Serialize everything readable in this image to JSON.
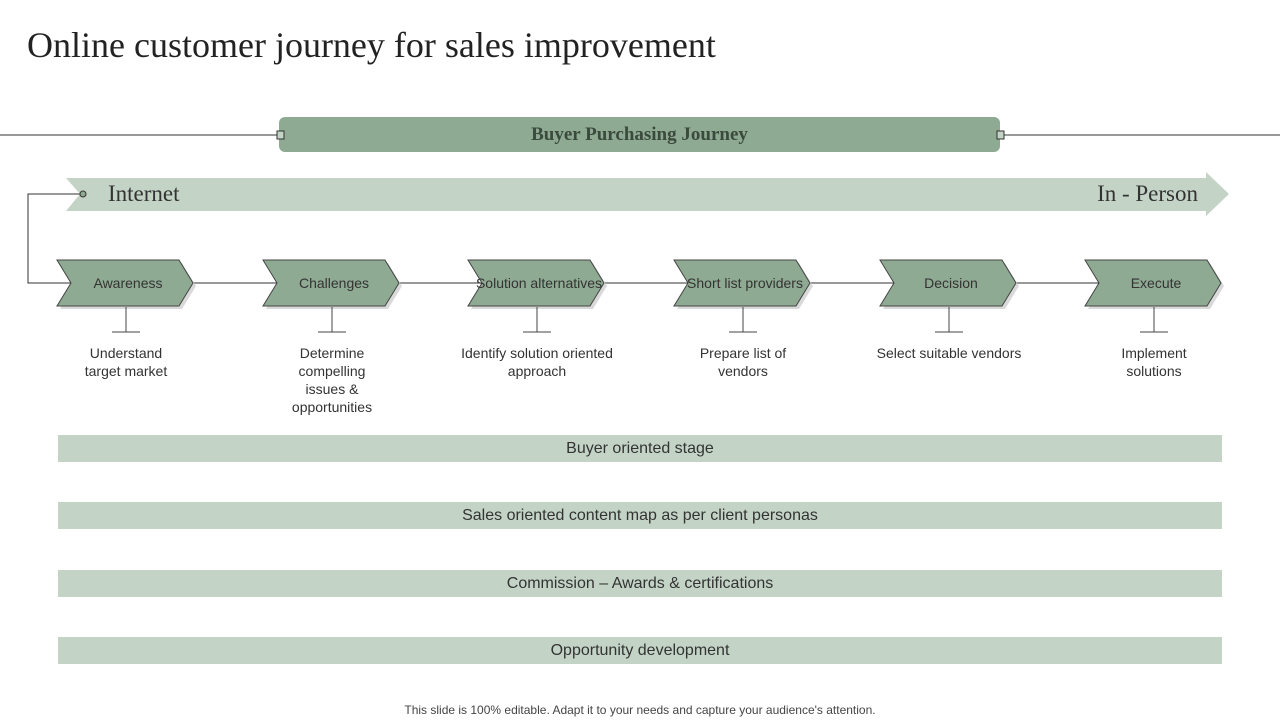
{
  "title": "Online customer journey for sales improvement",
  "banner": "Buyer Purchasing Journey",
  "arrow": {
    "start": "Internet",
    "end": "In - Person"
  },
  "stages": [
    {
      "label": "Awareness",
      "desc": "Understand target market"
    },
    {
      "label": "Challenges",
      "desc": "Determine compelling issues & opportunities"
    },
    {
      "label": "Solution alternatives",
      "desc": "Identify solution oriented approach"
    },
    {
      "label": "Short list providers",
      "desc": "Prepare list of vendors"
    },
    {
      "label": "Decision",
      "desc": "Select suitable vendors"
    },
    {
      "label": "Execute",
      "desc": "Implement solutions"
    }
  ],
  "bars": [
    "Buyer oriented stage",
    "Sales oriented content map as per client personas",
    "Commission – Awards & certifications",
    "Opportunity  development"
  ],
  "footer": "This slide is 100% editable. Adapt it to your needs and capture your audience's attention.",
  "colors": {
    "dark_green": "#8faa92",
    "light_green": "#c3d4c6"
  }
}
